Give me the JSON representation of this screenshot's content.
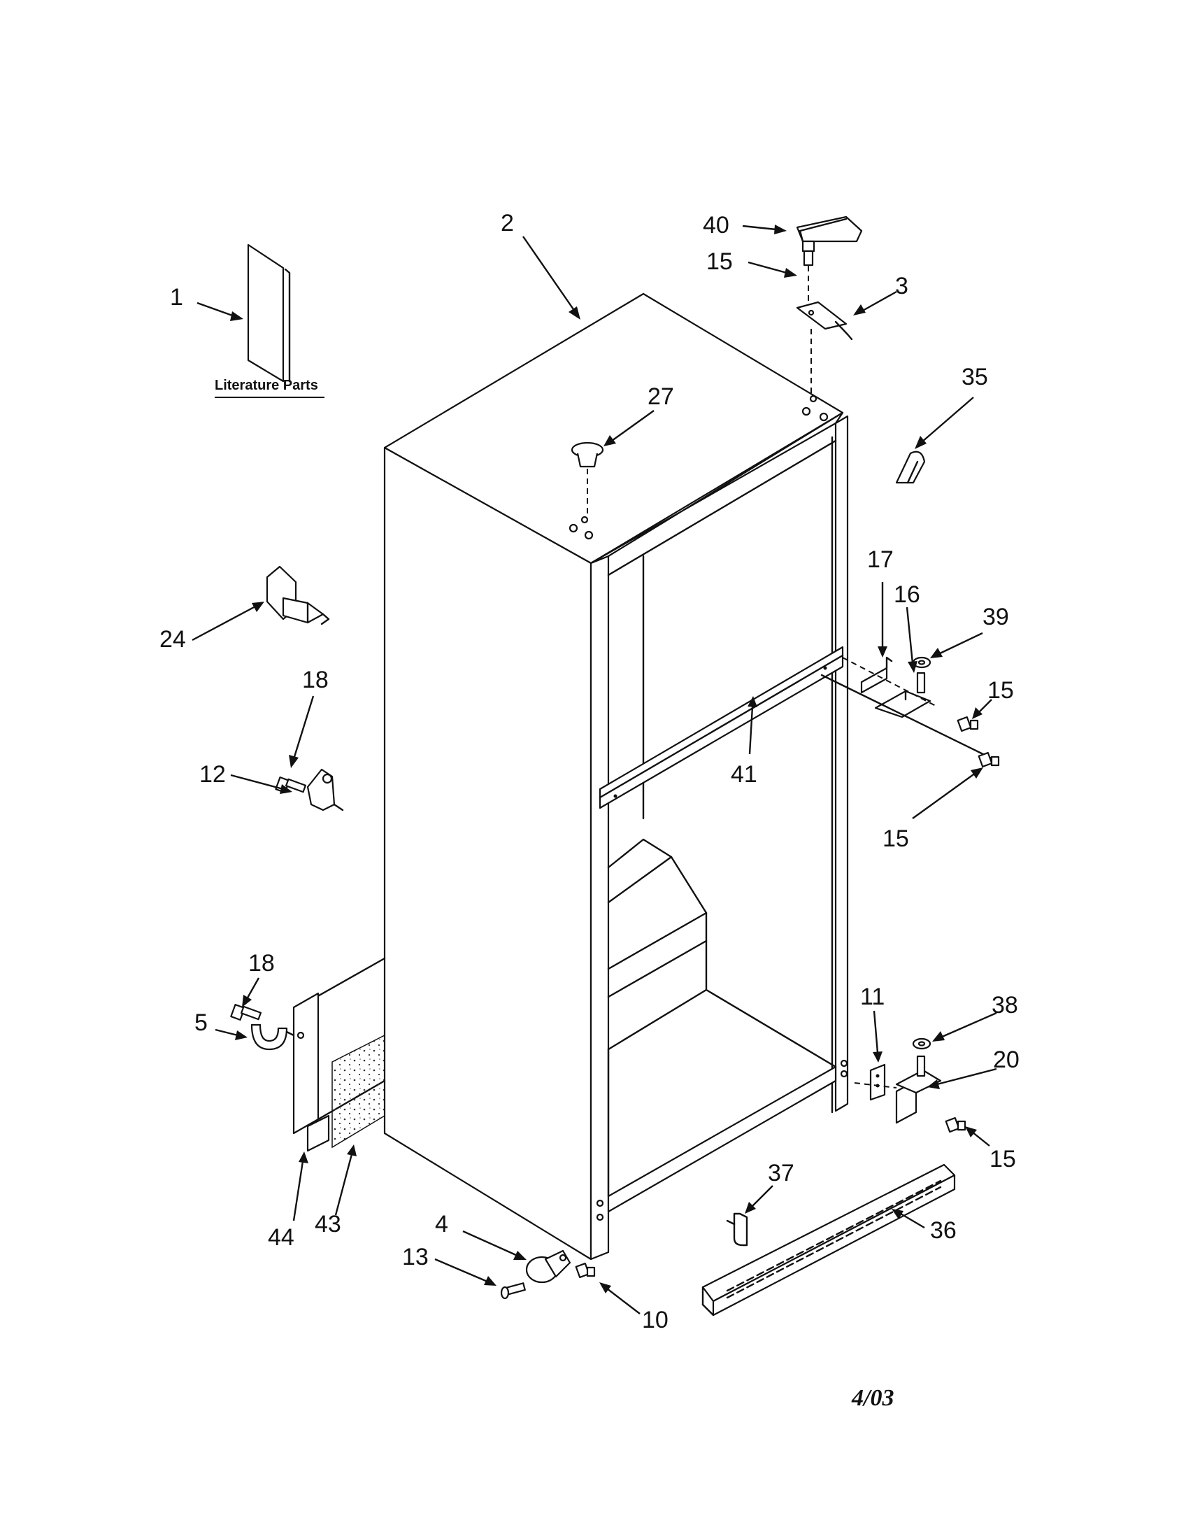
{
  "literature_label": "Literature Parts",
  "date_stamp": "4/03",
  "callouts": {
    "c1": "1",
    "c2": "2",
    "c3": "3",
    "c4": "4",
    "c5": "5",
    "c10": "10",
    "c11": "11",
    "c12": "12",
    "c13": "13",
    "c15a": "15",
    "c15b": "15",
    "c15c": "15",
    "c15d": "15",
    "c16": "16",
    "c17": "17",
    "c18a": "18",
    "c18b": "18",
    "c20": "20",
    "c24": "24",
    "c27": "27",
    "c35": "35",
    "c36": "36",
    "c37": "37",
    "c38": "38",
    "c39": "39",
    "c40": "40",
    "c41": "41",
    "c43": "43",
    "c44": "44"
  }
}
